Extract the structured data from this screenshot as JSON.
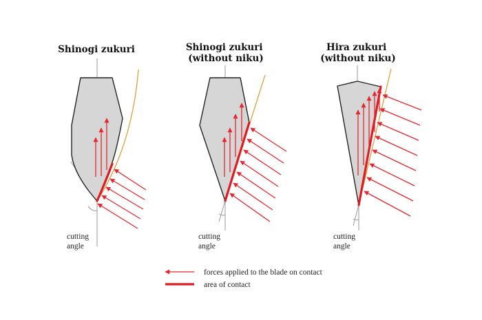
{
  "colors": {
    "blade_fill": "#d6d6d6",
    "blade_outline": "#222222",
    "force_arrow": "#e4262e",
    "contact_line": "#e01b22",
    "edge_curve": "#d99a2b",
    "guide_line": "#999999"
  },
  "panels": [
    {
      "title_lines": [
        "Shinogi zukuri"
      ],
      "cutting_label_lines": [
        "cutting",
        "angle"
      ]
    },
    {
      "title_lines": [
        "Shinogi zukuri",
        "(without niku)"
      ],
      "cutting_label_lines": [
        "cutting",
        "angle"
      ]
    },
    {
      "title_lines": [
        "Hira zukuri",
        "(without niku)"
      ],
      "cutting_label_lines": [
        "cutting",
        "angle"
      ]
    }
  ],
  "legend": {
    "forces_label": "forces applied to the blade on contact",
    "contact_label": "area of contact"
  }
}
